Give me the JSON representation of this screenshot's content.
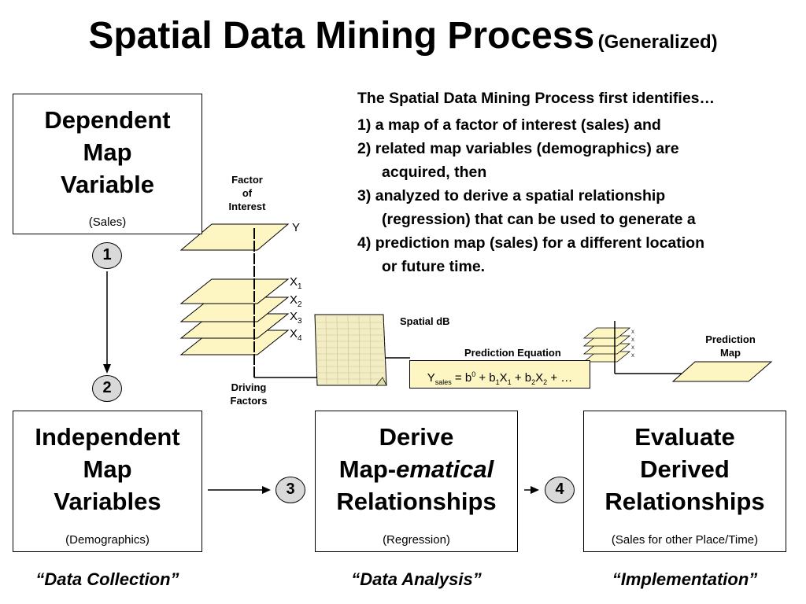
{
  "title": {
    "main": "Spatial Data Mining Process",
    "sub": "(Generalized)"
  },
  "description": {
    "heading": "The Spatial Data Mining Process first identifies…",
    "steps": [
      "1) a map of a factor of interest (sales) and",
      "2) related map variables (demographics) are",
      "acquired, then",
      "3) analyzed to derive a spatial relationship",
      "(regression) that can be used to generate a",
      "4) prediction map (sales) for a different location",
      "or future time."
    ]
  },
  "boxes": {
    "dependent": {
      "line1": "Dependent",
      "line2": "Map",
      "line3": "Variable",
      "sub": "(Sales)"
    },
    "independent": {
      "line1": "Independent",
      "line2": "Map",
      "line3": "Variables",
      "sub": "(Demographics)"
    },
    "derive": {
      "line1": "Derive",
      "line2a": "Map-",
      "line2b": "ematical",
      "line3": "Relationships",
      "sub": "(Regression)"
    },
    "evaluate": {
      "line1": "Evaluate",
      "line2": "Derived",
      "line3": "Relationships",
      "sub": "(Sales for other Place/Time)"
    }
  },
  "steps": {
    "s1": "1",
    "s2": "2",
    "s3": "3",
    "s4": "4"
  },
  "phases": {
    "collection": "“Data Collection”",
    "analysis": "“Data Analysis”",
    "implementation": "“Implementation”"
  },
  "diagram": {
    "factor_label_1": "Factor",
    "factor_label_2": "of",
    "factor_label_3": "Interest",
    "y_label": "Y",
    "x_labels": [
      "X",
      "X",
      "X",
      "X"
    ],
    "x_subs": [
      "1",
      "2",
      "3",
      "4"
    ],
    "driving_1": "Driving",
    "driving_2": "Factors",
    "spatial_db": "Spatial dB",
    "pred_eq_label": "Prediction Equation",
    "prediction_map_1": "Prediction",
    "prediction_map_2": "Map",
    "equation": {
      "y": "Y",
      "y_sub": "sales",
      "eq": " = b",
      "b0_sup": "0",
      "p1": " + b",
      "b1_sub": "1",
      "x1": "X",
      "x1_sub": "1",
      "p2": " + b",
      "b2_sub": "2",
      "x2": "X",
      "x2_sub": "2",
      "tail": " + …"
    }
  },
  "colors": {
    "layer_fill": "#fdf6c3",
    "circle_fill": "#d9d9d9",
    "table_fill": "#f3edc5"
  }
}
